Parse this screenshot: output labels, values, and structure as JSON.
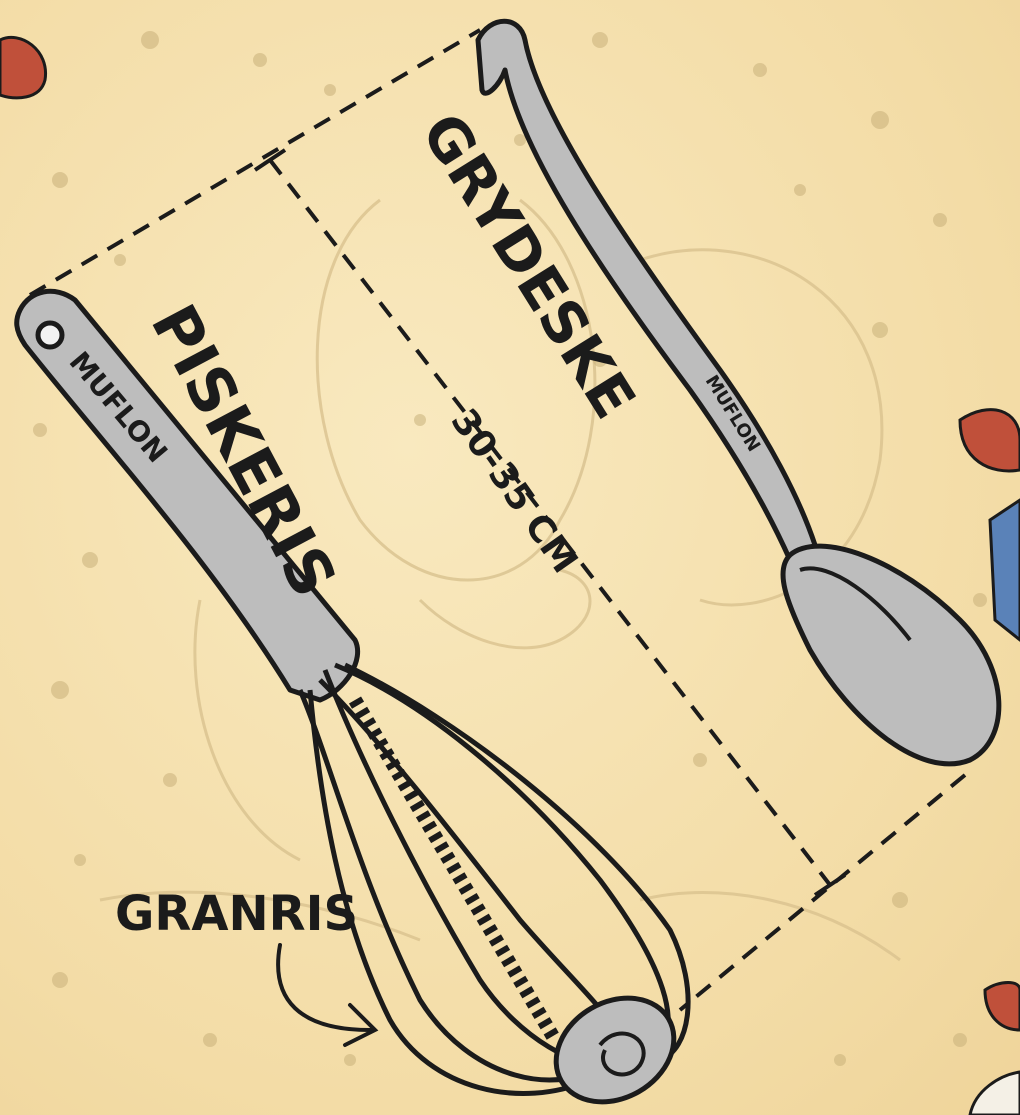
{
  "labels": {
    "spoon_label": "GRYDESKE",
    "whisk_label": "PISKERIS",
    "length_label": "30-35 CM",
    "granris_label": "GRANRIS"
  },
  "branding": {
    "whisk_brand": "MUFLON",
    "spoon_brand": "MUFLON"
  },
  "colors": {
    "background": "#f6e3b4",
    "tool_fill": "#bdbdbd",
    "ink": "#1b1b1b"
  }
}
